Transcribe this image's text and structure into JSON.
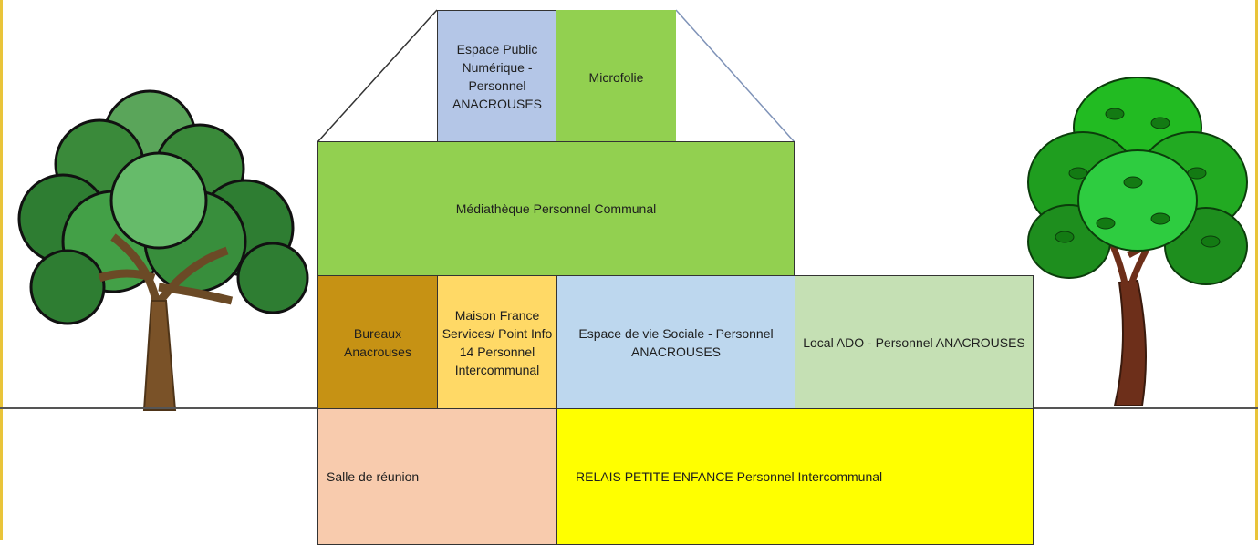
{
  "colors": {
    "epn": "#b4c6e7",
    "microfolie": "#92d050",
    "mediatheque": "#92d050",
    "bureaux": "#c69214",
    "mfs": "#ffd966",
    "evs": "#bdd7ee",
    "ado": "#c5e0b4",
    "salle": "#f8cbad",
    "rpe": "#ffff00"
  },
  "rooms": {
    "epn": "Espace Public Numérique - Personnel ANACROUSES",
    "microfolie": "Microfolie",
    "mediatheque": "Médiathèque  Personnel Communal",
    "bureaux": "Bureaux Anacrouses",
    "mfs": "Maison France Services/ Point Info 14 Personnel Intercommunal",
    "evs": "Espace de vie Sociale - Personnel ANACROUSES",
    "ado": "Local ADO - Personnel ANACROUSES",
    "salle": "Salle de réunion",
    "rpe": "RELAIS PETITE ENFANCE Personnel Intercommunal"
  },
  "decor": {
    "left_tree": "oak-tree-icon",
    "right_tree": "leafy-tree-icon"
  }
}
